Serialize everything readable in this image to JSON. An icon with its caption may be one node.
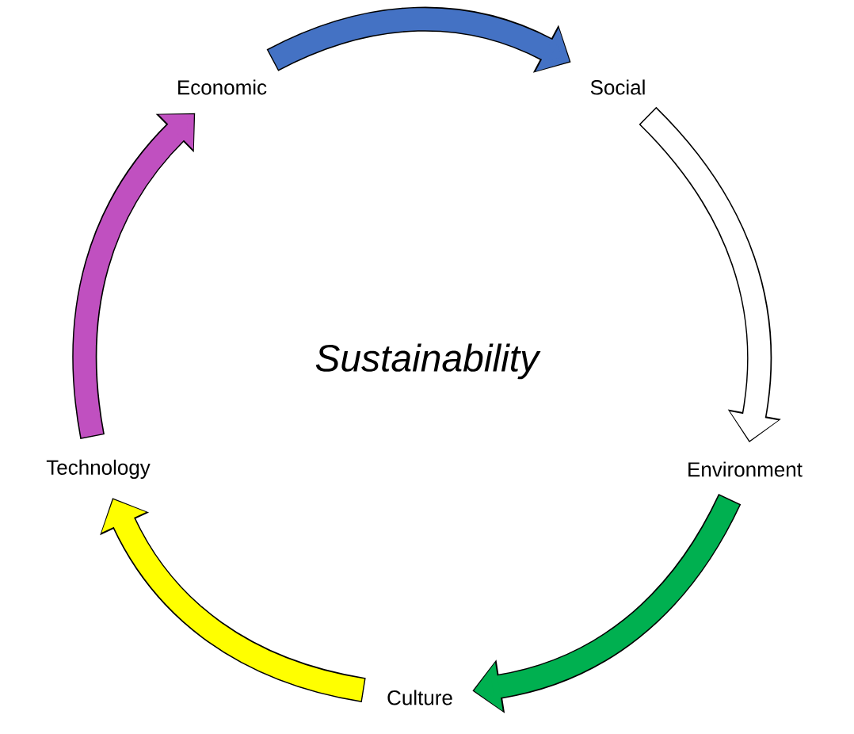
{
  "diagram": {
    "nodes": [
      {
        "text": [
          "Economic"
        ]
      },
      {
        "text": [
          "Social"
        ]
      },
      {
        "text": [
          "Environment"
        ]
      },
      {
        "text": [
          "Culture"
        ]
      },
      {
        "text": [
          "Technology"
        ]
      }
    ],
    "edges": [
      {
        "from": 0,
        "to": 1,
        "arrow": "to",
        "color": "#4472c4"
      },
      {
        "from": 1,
        "to": 2,
        "arrow": "to",
        "color": "#ffffff"
      },
      {
        "from": 2,
        "to": 3,
        "arrow": "to",
        "color": "#00b050"
      },
      {
        "from": 3,
        "to": 4,
        "arrow": "to",
        "color": "#ffff00"
      },
      {
        "from": 4,
        "to": 0,
        "arrow": "to",
        "color": "#c050c0"
      }
    ],
    "labels": [
      "*Sustainability*"
    ]
  }
}
